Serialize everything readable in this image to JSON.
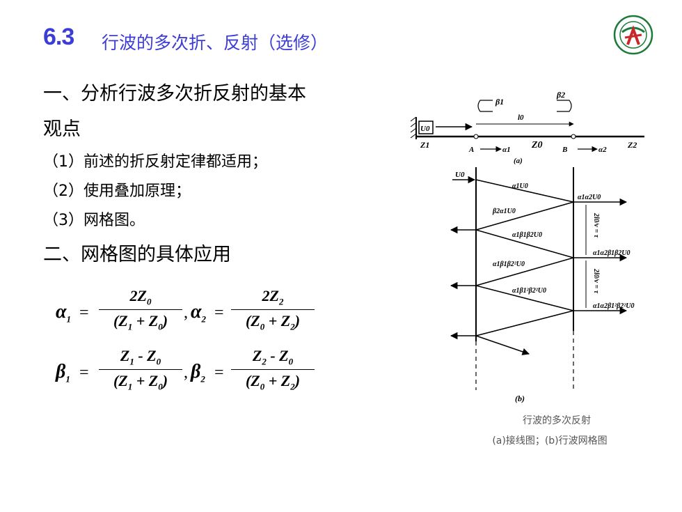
{
  "title": {
    "number": "6.3",
    "text": "行波的多次折、反射（选修）"
  },
  "section1": {
    "line1": "一、分析行波多次折反射的基本",
    "line2": "观点"
  },
  "items": [
    "（1）前述的折反射定律都适用；",
    "（2）使用叠加原理；",
    "（3）网格图。"
  ],
  "section2": "二、网格图的具体应用",
  "formulas": {
    "alpha1": {
      "sym": "α",
      "sub": "1",
      "num": "2Z",
      "num_sub": "0",
      "den_a": "Z",
      "den_a_sub": "1",
      "den_b": "Z",
      "den_b_sub": "0"
    },
    "alpha2": {
      "sym": "α",
      "sub": "2",
      "num": "2Z",
      "num_sub": "2",
      "den_a": "Z",
      "den_a_sub": "0",
      "den_b": "Z",
      "den_b_sub": "2"
    },
    "beta1": {
      "sym": "β",
      "sub": "1",
      "num_a": "Z",
      "num_a_sub": "1",
      "num_b": "Z",
      "num_b_sub": "0",
      "den_a": "Z",
      "den_a_sub": "1",
      "den_b": "Z",
      "den_b_sub": "0"
    },
    "beta2": {
      "sym": "β",
      "sub": "2",
      "num_a": "Z",
      "num_a_sub": "2",
      "num_b": "Z",
      "num_b_sub": "0",
      "den_a": "Z",
      "den_a_sub": "0",
      "den_b": "Z",
      "den_b_sub": "2"
    }
  },
  "figure": {
    "a_labels": {
      "u0": "U0",
      "z1": "Z1",
      "z0": "Z0",
      "z2": "Z2",
      "point_a": "A",
      "point_b": "B",
      "beta1": "β1",
      "beta2": "β2",
      "alpha1": "α1",
      "alpha2": "α2",
      "l0": "l0",
      "panel": "(a)"
    },
    "b_labels": {
      "u0": "U0",
      "w1": "α1U0",
      "w2": "β2α1U0",
      "w3": "α1β1β2U0",
      "w4": "α1β1β2²U0",
      "w5": "α1β1²β2²U0",
      "t1": "α1α2U0",
      "t2": "α1α2β1β2U0",
      "t3": "α1α2β1²β2²U0",
      "tau1": "2l0/v = τ",
      "tau2": "2l0/v = τ",
      "panel": "(b)"
    },
    "caption1": "行波的多次反射",
    "caption2": "(a)接线图；(b)行波网格图"
  },
  "colors": {
    "title": "#3c3cd6",
    "logo_green": "#1c7a3a",
    "logo_red": "#c8282a"
  }
}
